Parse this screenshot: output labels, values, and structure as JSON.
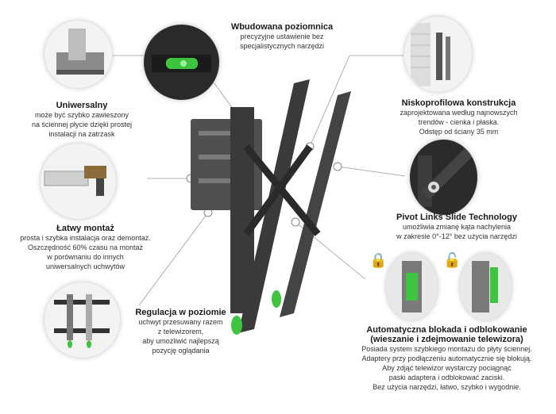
{
  "features": {
    "level": {
      "title": "Wbudowana poziomnica",
      "desc": [
        "precyzyjne ustawienie bez",
        "specjalistycznych narzędzi"
      ]
    },
    "universal": {
      "title": "Uniwersalny",
      "desc": [
        "może być szybko zawieszony",
        "na ściennej płycie dzięki prostej",
        "instalacji na zatrzask"
      ]
    },
    "lowprofile": {
      "title": "Niskoprofilowa konstrukcja",
      "desc": [
        "zaprojektowana według najnowszych",
        "trendów - cienka i płaska.",
        "Odstęp od ściany 35 mm"
      ]
    },
    "easy": {
      "title": "Łatwy montaż",
      "desc": [
        "prosta i szybka instalacja oraz demontaż.",
        "Oszczędność 60% czasu na montaż",
        "w porównaniu do innych",
        "uniwersalnych uchwytów"
      ]
    },
    "pivot": {
      "title": "Pivot Links Slide Technology",
      "desc": [
        "umożliwia zmianę kąta nachylenia",
        "w zakresie 0°-12° bez użycia narzędzi"
      ]
    },
    "horizontal": {
      "title": "Regulacja w poziomie",
      "desc": [
        "uchwyt przesuwany razem",
        "z telewizorem,",
        "aby umożliwić najlepszą",
        "pozycję oglądania"
      ]
    },
    "autolock": {
      "title": [
        "Automatyczna blokada i odblokowanie",
        "(wieszanie i zdejmowanie telewizora)"
      ],
      "desc": [
        "Posiada system szybkiego montażu do płyty ściennej.",
        "Adaptery przy podłączeniu automatycznie się blokują.",
        "Aby zdjąć telewizor wystarczy pociągnąć",
        "paski adaptera i odblokować zaciski.",
        "Bez użycia narzędzi, łatwo, szybko i wygodnie."
      ]
    }
  },
  "colors": {
    "accent_green": "#3ec43e",
    "bracket": "#3a3a3a",
    "line": "#9a9a9a"
  }
}
